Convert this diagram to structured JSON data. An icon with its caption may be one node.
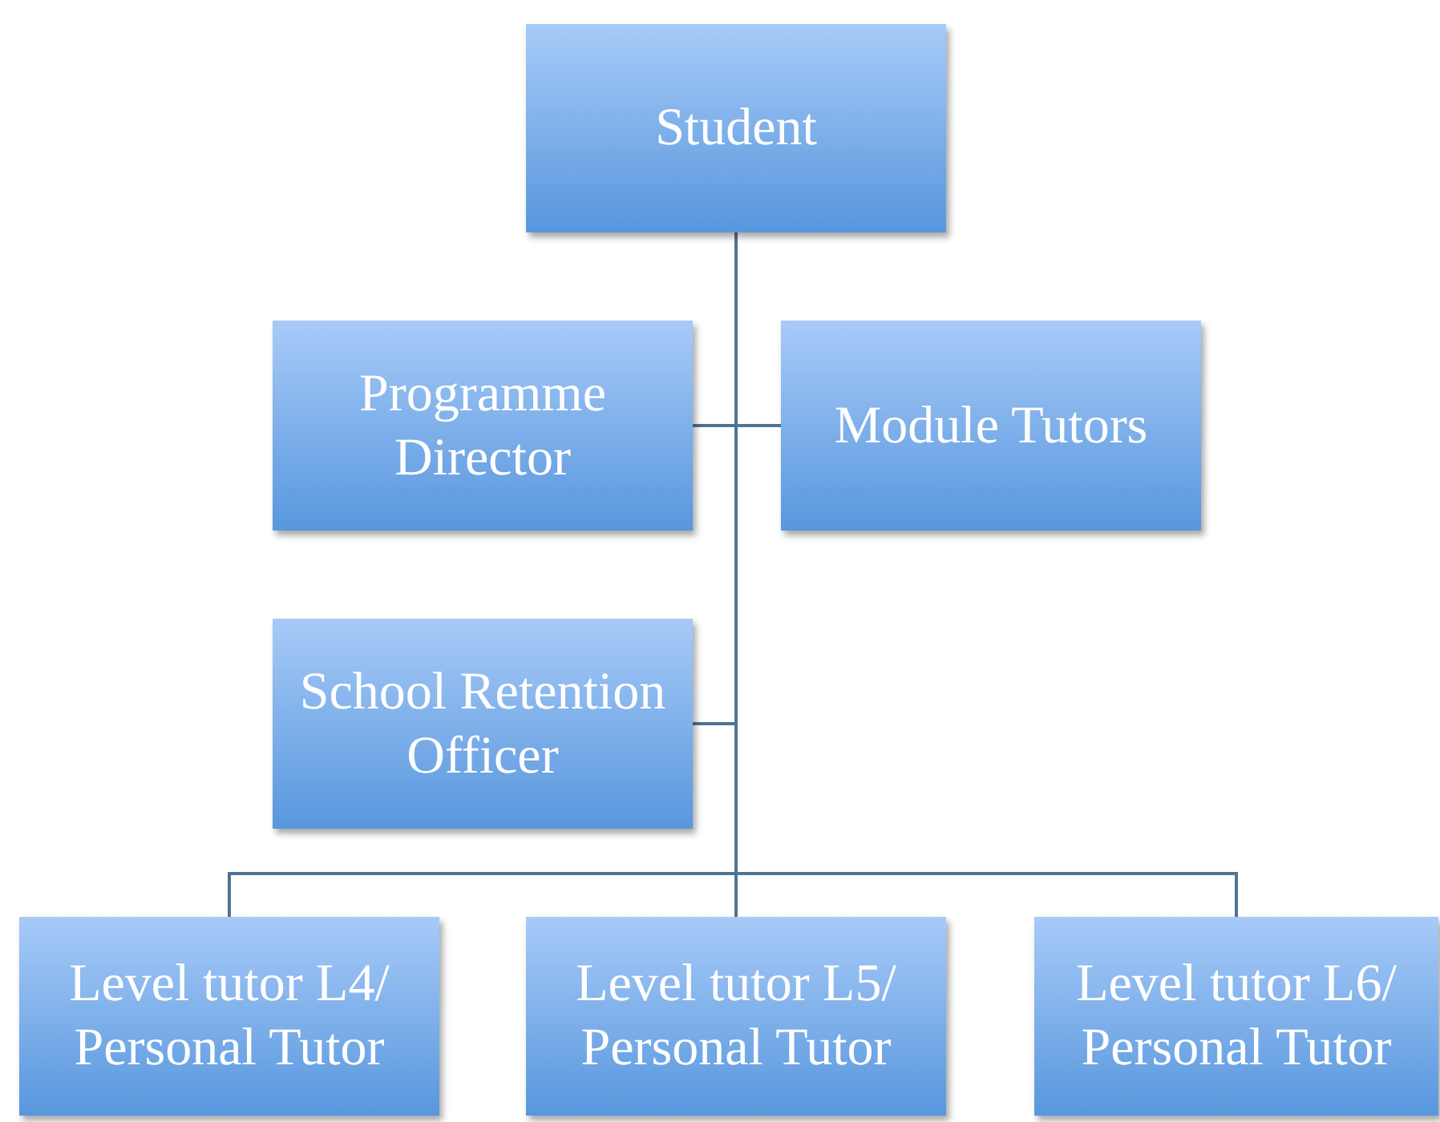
{
  "diagram": {
    "nodes": [
      {
        "text": [
          "Student"
        ]
      },
      {
        "text": [
          "Programme Director"
        ]
      },
      {
        "text": [
          "Module Tutors"
        ]
      },
      {
        "text": [
          "School Retention Officer"
        ]
      },
      {
        "text": [
          "Level tutor L4/ Personal Tutor"
        ]
      },
      {
        "text": [
          "Level tutor L5/ Personal Tutor"
        ]
      },
      {
        "text": [
          "Level tutor L6/ Personal Tutor"
        ]
      }
    ],
    "edges": [
      {
        "from": 0,
        "to": 1,
        "arrow": "none"
      },
      {
        "from": 0,
        "to": 2,
        "arrow": "none"
      },
      {
        "from": 0,
        "to": 3,
        "arrow": "none"
      },
      {
        "from": 0,
        "to": 4,
        "arrow": "none"
      },
      {
        "from": 0,
        "to": 5,
        "arrow": "none"
      },
      {
        "from": 0,
        "to": 6,
        "arrow": "none"
      }
    ]
  }
}
